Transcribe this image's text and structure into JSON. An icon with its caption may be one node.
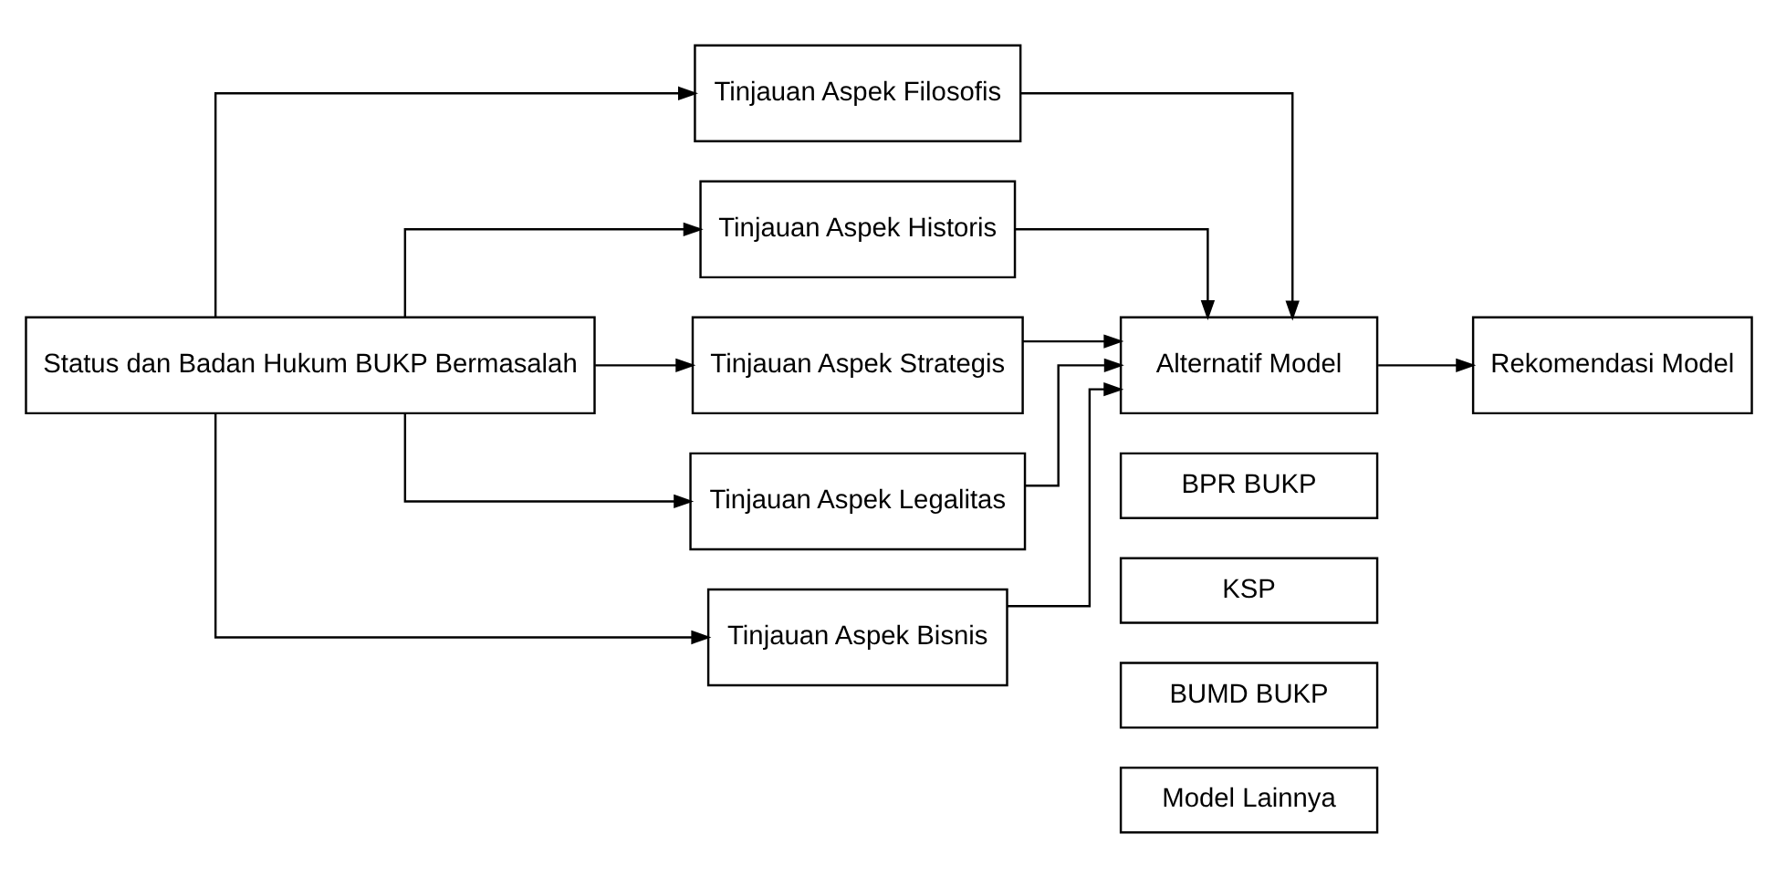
{
  "diagram": {
    "nodes": [
      {
        "text": [
          "Status dan Badan Hukum BUKP Bermasalah"
        ]
      },
      {
        "text": [
          "Tinjauan Aspek Filosofis"
        ]
      },
      {
        "text": [
          "Tinjauan Aspek Historis"
        ]
      },
      {
        "text": [
          "Tinjauan Aspek Strategis"
        ]
      },
      {
        "text": [
          "Tinjauan Aspek Legalitas"
        ]
      },
      {
        "text": [
          "Tinjauan Aspek Bisnis"
        ]
      },
      {
        "text": [
          "Alternatif Model"
        ]
      },
      {
        "text": [
          "BPR BUKP"
        ]
      },
      {
        "text": [
          "KSP"
        ]
      },
      {
        "text": [
          "BUMD BUKP"
        ]
      },
      {
        "text": [
          "Model Lainnya"
        ]
      },
      {
        "text": [
          "Rekomendasi Model"
        ]
      }
    ],
    "edges": [
      {
        "from": 0,
        "to": 1,
        "arrow": "to"
      },
      {
        "from": 0,
        "to": 2,
        "arrow": "to"
      },
      {
        "from": 0,
        "to": 3,
        "arrow": "to"
      },
      {
        "from": 0,
        "to": 4,
        "arrow": "to"
      },
      {
        "from": 0,
        "to": 5,
        "arrow": "to"
      },
      {
        "from": 1,
        "to": 6,
        "arrow": "to"
      },
      {
        "from": 2,
        "to": 6,
        "arrow": "to"
      },
      {
        "from": 3,
        "to": 6,
        "arrow": "to"
      },
      {
        "from": 4,
        "to": 6,
        "arrow": "to"
      },
      {
        "from": 5,
        "to": 6,
        "arrow": "to"
      },
      {
        "from": 6,
        "to": 11,
        "arrow": "to"
      }
    ]
  }
}
